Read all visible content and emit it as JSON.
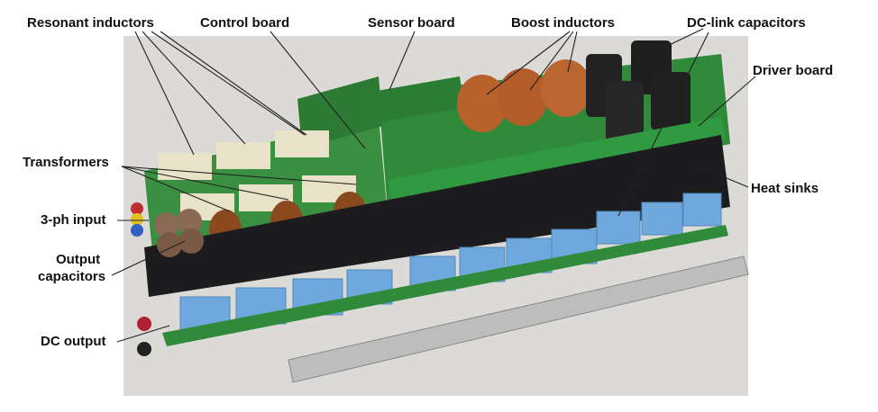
{
  "labels": {
    "resonant_inductors": "Resonant inductors",
    "control_board": "Control board",
    "sensor_board": "Sensor board",
    "boost_inductors": "Boost inductors",
    "dc_link_capacitors": "DC-link capacitors",
    "driver_board": "Driver board",
    "transformers": "Transformers",
    "heat_sinks": "Heat sinks",
    "three_ph_input": "3-ph input",
    "output_capacitors_line1": "Output",
    "output_capacitors_line2": "capacitors",
    "dc_output": "DC output"
  },
  "colors": {
    "pcb": "#2f8a3a",
    "heatsink": "#1c1c1e",
    "film_cap": "#6fa8dc",
    "copper": "#b8612a",
    "background": "#d9d7d4"
  }
}
